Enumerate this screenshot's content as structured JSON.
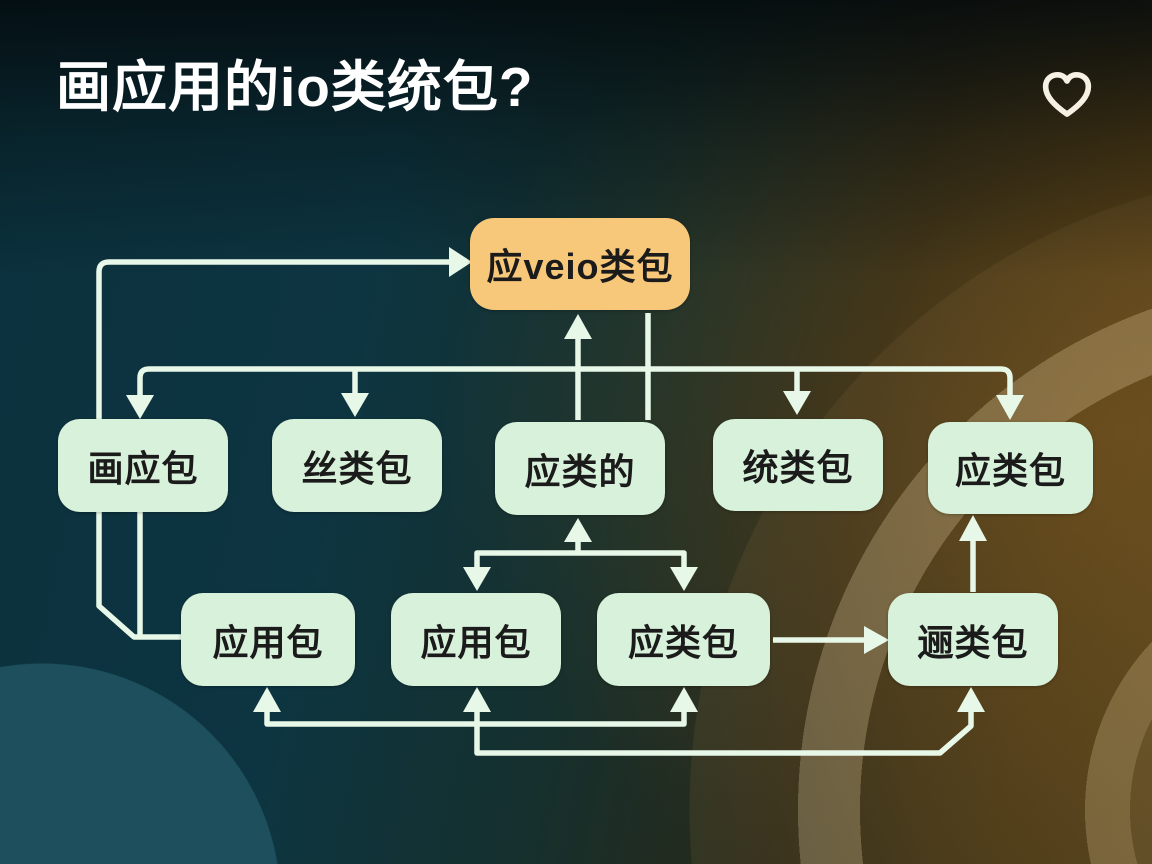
{
  "slide": {
    "title": "画应用的io类统包?"
  },
  "icons": {
    "heart": "heart-outline"
  },
  "colors": {
    "title_text": "#ffffff",
    "node_green_fill": "#d8f1da",
    "node_orange_fill": "#f8c87a",
    "node_text": "#1b1b1b",
    "connector": "#e8f8e8",
    "background_teal": "#0d3541",
    "background_brown": "#4a3a16",
    "bottom_left_circle": "#1d4f5c"
  },
  "diagram": {
    "nodes": [
      {
        "id": "root",
        "label": "应veio类包",
        "style": "orange"
      },
      {
        "id": "r2-1",
        "label": "画应包",
        "style": "green"
      },
      {
        "id": "r2-2",
        "label": "丝类包",
        "style": "green"
      },
      {
        "id": "r2-3",
        "label": "应类的",
        "style": "green"
      },
      {
        "id": "r2-4",
        "label": "统类包",
        "style": "green"
      },
      {
        "id": "r2-5",
        "label": "应类包",
        "style": "green"
      },
      {
        "id": "r3-1",
        "label": "应用包",
        "style": "green"
      },
      {
        "id": "r3-2",
        "label": "应用包",
        "style": "green"
      },
      {
        "id": "r3-3",
        "label": "应类包",
        "style": "green"
      },
      {
        "id": "r3-4",
        "label": "逦类包",
        "style": "green"
      }
    ],
    "edges": [
      {
        "from": "r3-1",
        "to": "root",
        "note": "left elbow loop, arrow into root left side"
      },
      {
        "from": "r2-1",
        "to": "r3-1",
        "note": "drops from 画应包 bottom to loop line"
      },
      {
        "from": "r2-3",
        "to": "root",
        "note": "vertical with up arrow into root bottom, plus parallel plain line"
      },
      {
        "from": "root",
        "to": "r2-1",
        "note": "distribution bus, down arrow"
      },
      {
        "from": "root",
        "to": "r2-2",
        "note": "distribution bus, down arrow"
      },
      {
        "from": "root",
        "to": "r2-4",
        "note": "distribution bus, down arrow"
      },
      {
        "from": "root",
        "to": "r2-5",
        "note": "distribution bus, down arrow"
      },
      {
        "from": "mid-junction",
        "to": "r2-3",
        "note": "up arrow"
      },
      {
        "from": "mid-junction",
        "to": "r3-2",
        "note": "down arrow"
      },
      {
        "from": "mid-junction",
        "to": "r3-3",
        "note": "down arrow"
      },
      {
        "from": "r3-3",
        "to": "r3-4",
        "note": "horizontal right arrow"
      },
      {
        "from": "r3-4",
        "to": "r2-5",
        "note": "vertical up arrow"
      },
      {
        "from": "bottom-bus",
        "to": "r3-1",
        "note": "up arrow"
      },
      {
        "from": "bottom-bus",
        "to": "r3-2",
        "note": "up arrow"
      },
      {
        "from": "bottom-bus",
        "to": "r3-3",
        "note": "up arrow"
      },
      {
        "from": "bottom-bus",
        "to": "r3-4",
        "note": "up arrow via diagonal elbow"
      }
    ]
  }
}
